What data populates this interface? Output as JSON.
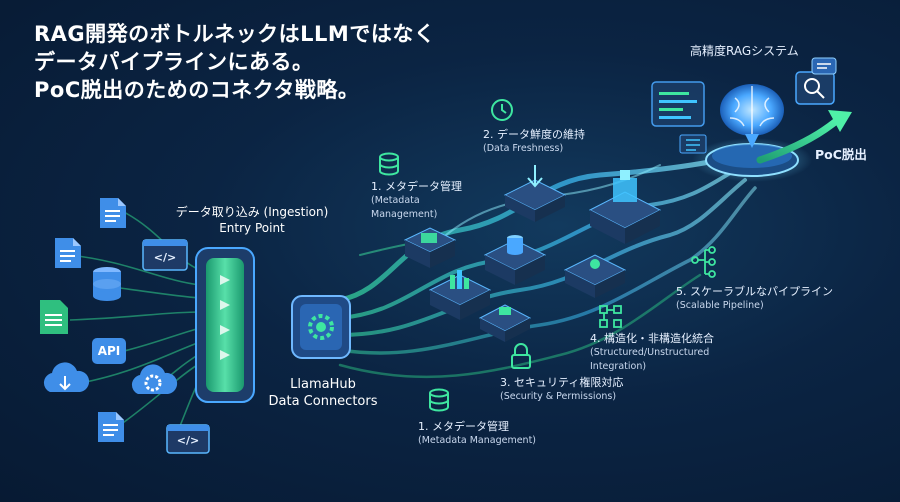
{
  "headline": {
    "line1": "RAG開発のボトルネックはLLMではなく",
    "line2": "データパイプラインにある。",
    "line3": "PoC脱出のためのコネクタ戦略。"
  },
  "entry": {
    "title": "データ取り込み (Ingestion)",
    "subtitle": "Entry Point"
  },
  "llamahub": {
    "line1": "LlamaHub",
    "line2": "Data Connectors"
  },
  "rag_system": {
    "label": "高精度RAGシステム"
  },
  "poc": {
    "label": "PoC脱出"
  },
  "sources": {
    "api_label": "API",
    "code_label": "</>"
  },
  "steps": {
    "metadata_top": {
      "title": "1. メタデータ管理",
      "sub1": "(Metadata",
      "sub2": "Management)"
    },
    "freshness": {
      "title": "2. データ鮮度の維持",
      "sub": "(Data Freshness)"
    },
    "security": {
      "title": "3. セキュリティ権限対応",
      "sub": "(Security & Permissions)"
    },
    "structured": {
      "title": "4. 構造化・非構造化統合",
      "sub1": "(Structured/Unstructured",
      "sub2": "Integration)"
    },
    "scalable": {
      "title": "5. スケーラブルなパイプライン",
      "sub": "(Scalable Pipeline)"
    },
    "metadata_bottom": {
      "title": "1. メタデータ管理",
      "sub": "(Metadata Management)"
    }
  },
  "colors": {
    "background": "#0b2443",
    "accent_green": "#3ee6a0",
    "accent_cyan": "#3fc4ff",
    "doc_blue": "#3f8ee8",
    "node_green": "#2fd28a"
  }
}
